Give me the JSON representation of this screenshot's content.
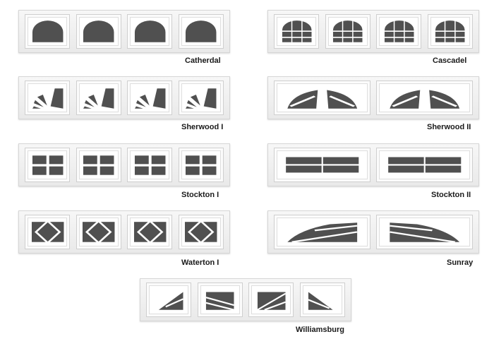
{
  "styles": [
    {
      "id": "catherdal",
      "name": "Catherdal",
      "pattern": "arch",
      "windows": 4,
      "icon": "arch-window-icon"
    },
    {
      "id": "cascadel",
      "name": "Cascadel",
      "pattern": "arch-grid",
      "windows": 4,
      "icon": "arch-grid-window-icon"
    },
    {
      "id": "sherwood1",
      "name": "Sherwood I",
      "pattern": "fan",
      "windows": 4,
      "icon": "fan-window-icon"
    },
    {
      "id": "sherwood2",
      "name": "Sherwood II",
      "pattern": "fan-wide",
      "windows": 2,
      "icon": "wide-fan-window-icon"
    },
    {
      "id": "stockton1",
      "name": "Stockton I",
      "pattern": "grid4",
      "windows": 4,
      "icon": "grid-window-icon"
    },
    {
      "id": "stockton2",
      "name": "Stockton II",
      "pattern": "grid4-wide",
      "windows": 2,
      "icon": "wide-grid-window-icon"
    },
    {
      "id": "waterton1",
      "name": "Waterton I",
      "pattern": "diamond",
      "windows": 4,
      "icon": "diamond-window-icon"
    },
    {
      "id": "sunray",
      "name": "Sunray",
      "pattern": "sunray",
      "windows": 2,
      "icon": "sunray-window-icon"
    },
    {
      "id": "williamsburg",
      "name": "Williamsburg",
      "pattern": "williamsburg",
      "windows": 4,
      "icon": "williamsburg-window-icon"
    }
  ],
  "colors": {
    "glass": "#505050",
    "frame": "#ffffff",
    "strip": "#eeeeee"
  }
}
